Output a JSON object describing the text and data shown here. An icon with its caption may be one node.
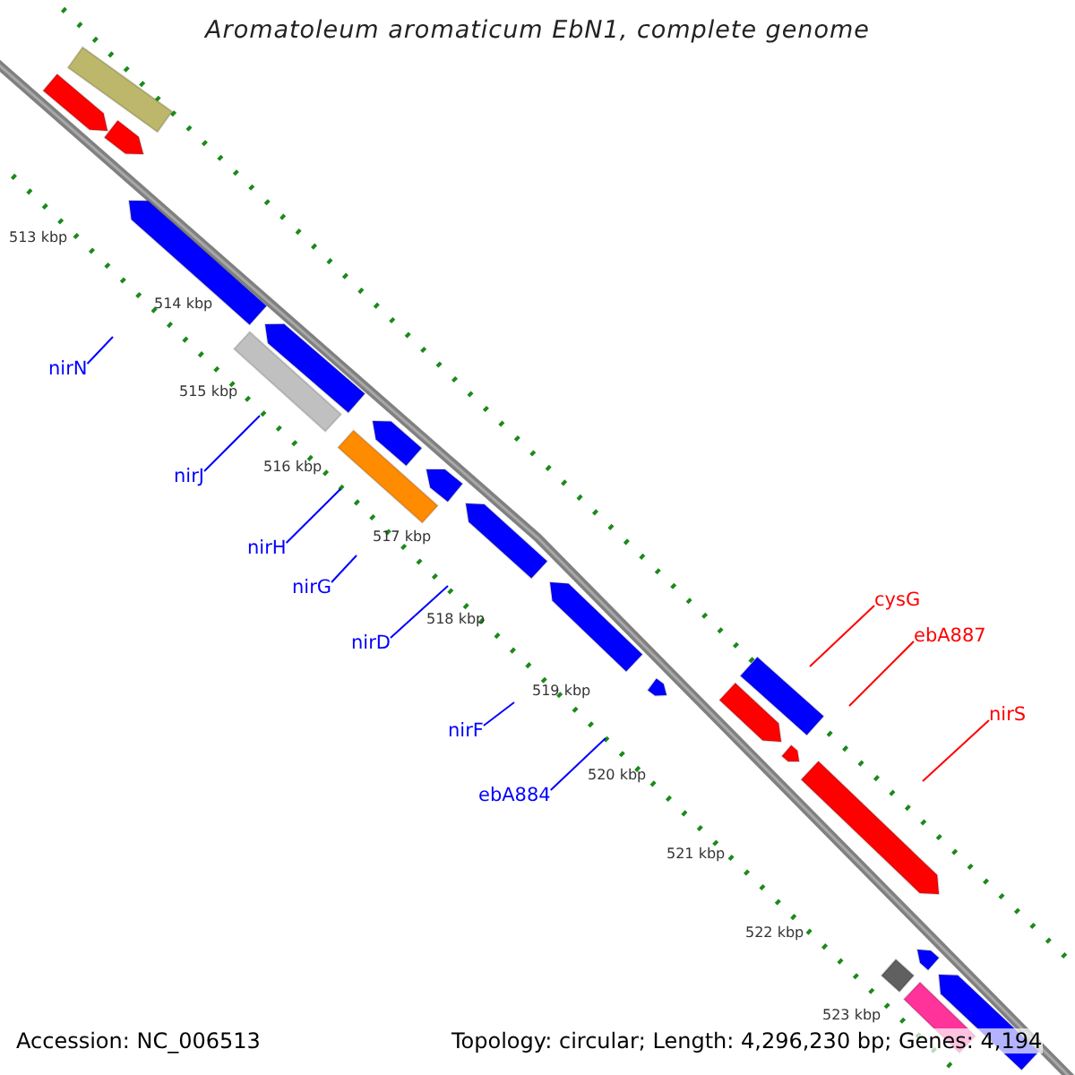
{
  "diagram": {
    "title": "Aromatoleum aromaticum EbN1, complete genome",
    "nodes": [
      {
        "text": [
          "nirN"
        ]
      },
      {
        "text": [
          "nirJ"
        ]
      },
      {
        "text": [
          "nirH"
        ]
      },
      {
        "text": [
          "nirG"
        ]
      },
      {
        "text": [
          "nirD"
        ]
      },
      {
        "text": [
          "nirF"
        ]
      },
      {
        "text": [
          "ebA884"
        ]
      },
      {
        "text": [
          "cysG"
        ]
      },
      {
        "text": [
          "ebA887"
        ]
      },
      {
        "text": [
          "nirS"
        ]
      }
    ],
    "edges": [
      {
        "from": 0,
        "to": null,
        "arrow": "none"
      },
      {
        "from": 1,
        "to": null,
        "arrow": "none"
      },
      {
        "from": 2,
        "to": null,
        "arrow": "none"
      },
      {
        "from": 3,
        "to": null,
        "arrow": "none"
      },
      {
        "from": 4,
        "to": null,
        "arrow": "none"
      },
      {
        "from": 5,
        "to": null,
        "arrow": "none"
      },
      {
        "from": 6,
        "to": null,
        "arrow": "none"
      },
      {
        "from": 7,
        "to": null,
        "arrow": "none",
        "color": "#ff0000"
      },
      {
        "from": 8,
        "to": null,
        "arrow": "none",
        "color": "#ff0000"
      },
      {
        "from": 9,
        "to": null,
        "arrow": "none",
        "color": "#ff0000"
      }
    ],
    "labels": [
      "513 kbp",
      "514 kbp",
      "515 kbp",
      "516 kbp",
      "517 kbp",
      "518 kbp",
      "519 kbp",
      "520 kbp",
      "521 kbp",
      "522 kbp",
      "523 kbp",
      "Accession: NC_006513",
      "Topology: circular; Length: 4,296,230 bp; Genes: 4,194"
    ]
  }
}
